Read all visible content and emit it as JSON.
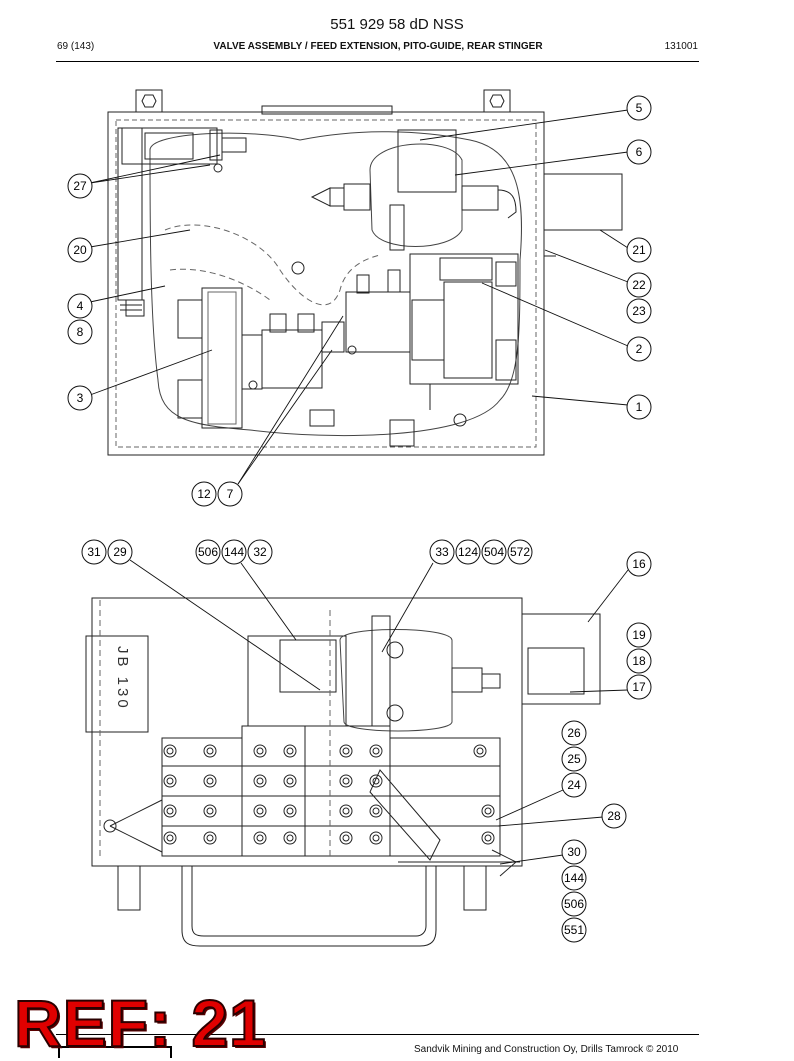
{
  "header": {
    "doc_number": "551 929 58 dD NSS",
    "page": "69 (143)",
    "title": "VALVE ASSEMBLY / FEED EXTENSION, PITO-GUIDE, REAR STINGER",
    "code": "131001"
  },
  "upper_view": {
    "callouts": [
      "5",
      "6",
      "27",
      "20",
      "21",
      "22",
      "23",
      "4",
      "8",
      "2",
      "3",
      "1",
      "12",
      "7"
    ]
  },
  "lower_view": {
    "label_jb": "JB 130",
    "callouts": [
      "31",
      "29",
      "506",
      "144",
      "32",
      "33",
      "124",
      "504",
      "572",
      "16",
      "19",
      "18",
      "17",
      "26",
      "25",
      "24",
      "28",
      "30",
      "144",
      "506",
      "551"
    ]
  },
  "overlay": {
    "ref": "REF: 21"
  },
  "footer": {
    "text": "Sandvik Mining and Construction Oy, Drills Tamrock © 2010"
  }
}
